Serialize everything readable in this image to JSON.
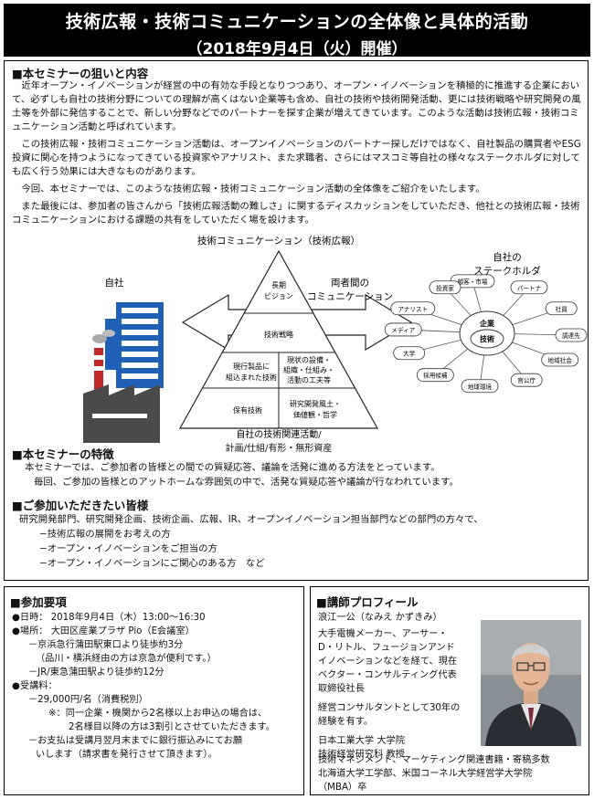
{
  "header": {
    "title": "技術広報・技術コミュニケーションの全体像と具体的活動",
    "date": "（2018年9月4日（火）開催）"
  },
  "aim": {
    "heading": "■本セミナーの狙いと内容",
    "paragraphs": [
      "近年オープン・イノベーションが経営の中の有効な手段となりつつあり、オープン・イノベーションを積極的に推進する企業において、必ずしも自社の技術分野についての理解が高くはない企業等も含め、自社の技術や技術開発活動、更には技術戦略や研究開発の風土等を外部に発信することで、新しい分野などでのパートナーを探す企業が増えてきています。このような活動は技術広報・技術コミュニケーション活動と呼ばれています。",
      "この技術広報・技術コミュニケーション活動は、オープンイノベーションのパートナー探しだけではなく、自社製品の購買者やESG投資に関心を持つようになってきている投資家やアナリスト、また求職者、さらにはマスコミ等自社の様々なステークホルダに対しても広く行う効果には大きなものがあります。",
      "今回、本セミナーでは、このような技術広報・技術コミュニケーション活動の全体像をご紹介をいたします。",
      "また最後には、参加者の皆さんから「技術広報活動の難しさ」に関するディスカッションをしていただき、他社との技術広報・技術コミュニケーションにおける課題の共有をしていただく場を設けます。"
    ]
  },
  "diagram": {
    "top_label": "技術コミュニケーション（技術広報）",
    "own_company": "自社",
    "mutual_comm": "両者間の\nコミュニケーション",
    "stakeholder_title": "自社の\nステークホルダ",
    "pyramid": {
      "top": "長期\nビジョン",
      "mid": "技術戦略",
      "left1": "現行製品に\n組込まれた技術",
      "right1": "現状の設備・\n組織・仕組み・\n活動の工夫等",
      "left2": "保有技術",
      "right2": "研究開発風土・\n価値観・哲学"
    },
    "bottom_label": "自社の技術関連活動/\n計画/仕組/有形・無形資産",
    "hub_outer": "企業",
    "hub_inner": "技術",
    "stakeholders": [
      "顧客・市場",
      "パートナ",
      "社員",
      "調達先",
      "地域社会",
      "官公庁",
      "地球環境",
      "採用候補",
      "大学",
      "メディア",
      "アナリスト",
      "投資家"
    ]
  },
  "features": {
    "heading": "■本セミナーの特徴",
    "lines": [
      "本セミナーでは、ご参加者の皆様との間での質疑応答、議論を活発に進める方法をとっています。",
      "毎回、ご参加の皆様とのアットホームな雰囲気の中で、活発な質疑応答や議論が行なわれています。"
    ]
  },
  "target": {
    "heading": "■ご参加いただきたい皆様",
    "intro": "研究開発部門、研究開発企画、技術企画、広報、IR、オープンイノベーション担当部門などの部門の方々で、",
    "items": [
      "−技術広報の展開をお考えの方",
      "−オープン・イノベーションをご担当の方",
      "−オープン・イノベーションにご関心のある方　など"
    ]
  },
  "requirements": {
    "heading": "■参加要項",
    "lines": [
      "●日時：  2018年9月4日（木）13:00～16:30",
      "●場所：  大田区産業プラザ Pio（E会議室）",
      "－京浜急行蒲田駅東口より徒歩約3分",
      "（品川・横浜経由の方は京急が便利です。）",
      "－JR/東急蒲田駅より徒歩約12分",
      "●受講料：",
      "－29,000円/名（消費税別）",
      "※：同一企業・機関から2名様以上お申込の場合は、",
      "2名様目以降の方は3割引とさせていただきます。",
      "－お支払は受講月翌月末までに銀行振込みにてお願",
      "いします（請求書を発行させて頂きます）。"
    ]
  },
  "profile": {
    "heading": "■講師プロフィール",
    "name": "浪江一公（なみえ かずきみ）",
    "lines": [
      "大手電機メーカー、アーサー・",
      "D・リトル、フュージョンアンド",
      "イノベーションなどを経て、現在",
      "ベクター・コンサルティング代表",
      "取締役社長",
      "経営コンサルタントとして30年の",
      "経験を有す。",
      "日本工業大学 大学院",
      "技術経営研究科 教授",
      "技術マネジメント、マーケティング関連書籍・寄稿多数",
      "北海道大学工学部、米国コーネル大学経営学大学院",
      "（MBA）卒"
    ]
  },
  "colors": {
    "header_bg": "#000000",
    "building_blue": "#1f5fb5",
    "factory_gray": "#4a4a4a",
    "chimney_red": "#c0282a"
  }
}
